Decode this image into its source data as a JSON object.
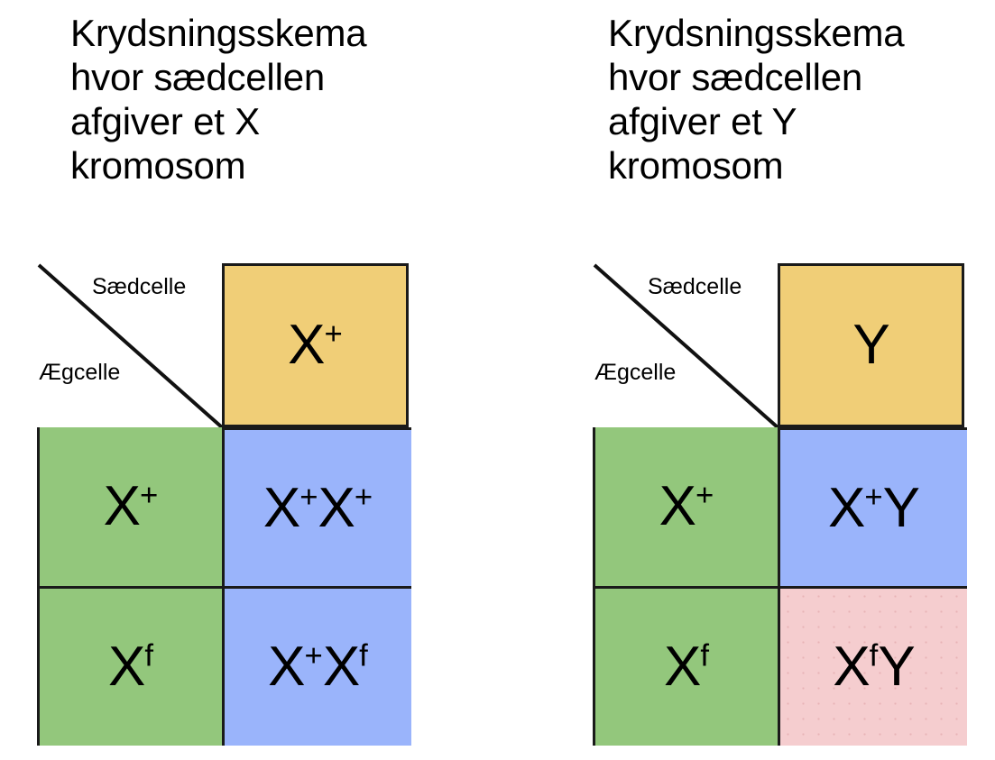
{
  "page": {
    "background": "#ffffff",
    "colors": {
      "gamete_sperm_cell": "#f0ce77",
      "gamete_egg_cell": "#93c77c",
      "offspring_blue": "#9ab4fb",
      "offspring_pink": "#f5cdcf",
      "border": "#1a1a1a",
      "text": "#000000"
    }
  },
  "panels": [
    {
      "id": "left",
      "title": "Krydsningsskema\nhvor sædcellen\nafgiver et X\nkromosom",
      "axis": {
        "sperm_label": "Sædcelle",
        "egg_label": "Ægcelle"
      },
      "sperm_gametes": [
        {
          "text": "X",
          "sup": "+",
          "color": "#f0ce77"
        }
      ],
      "egg_gametes": [
        {
          "text": "X",
          "sup": "+",
          "color": "#93c77c"
        },
        {
          "text": "X",
          "sup": "f",
          "color": "#93c77c"
        }
      ],
      "offspring": [
        {
          "row": 1,
          "col": 1,
          "base1": "X",
          "sup1": "+",
          "base2": "X",
          "sup2": "+",
          "color": "#9ab4fb"
        },
        {
          "row": 2,
          "col": 1,
          "base1": "X",
          "sup1": "+",
          "base2": "X",
          "sup2": "f",
          "color": "#9ab4fb"
        }
      ]
    },
    {
      "id": "right",
      "title": "Krydsningsskema\nhvor sædcellen\nafgiver et Y\nkromosom",
      "axis": {
        "sperm_label": "Sædcelle",
        "egg_label": "Ægcelle"
      },
      "sperm_gametes": [
        {
          "text": "Y",
          "sup": "",
          "color": "#f0ce77"
        }
      ],
      "egg_gametes": [
        {
          "text": "X",
          "sup": "+",
          "color": "#93c77c"
        },
        {
          "text": "X",
          "sup": "f",
          "color": "#93c77c"
        }
      ],
      "offspring": [
        {
          "row": 1,
          "col": 1,
          "base1": "X",
          "sup1": "+",
          "base2": "Y",
          "sup2": "",
          "color": "#9ab4fb"
        },
        {
          "row": 2,
          "col": 1,
          "base1": "X",
          "sup1": "f",
          "base2": "Y",
          "sup2": "",
          "color": "#f5cdcf"
        }
      ]
    }
  ]
}
